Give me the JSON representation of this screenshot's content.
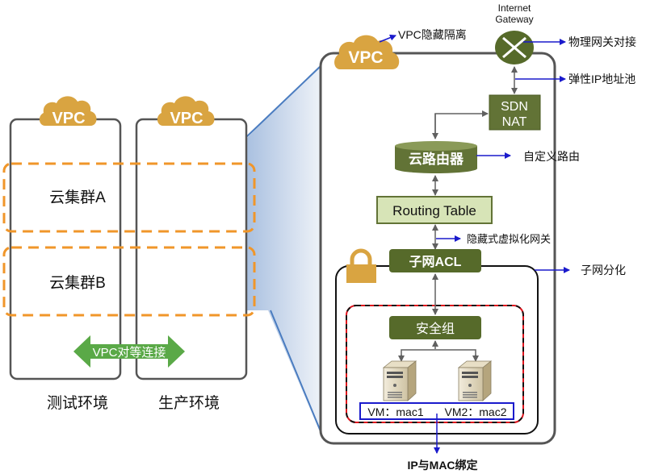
{
  "colors": {
    "cloud": "#d9a441",
    "dark_green": "#5b6b2c",
    "light_green": "#d7e4b7",
    "green_border": "#627336",
    "orange_dash": "#f0962a",
    "arrow_blue": "#1a1acc",
    "peering_green": "#5aa947",
    "projection_blue": "#4a7cc0",
    "security_red": "#e0141c"
  },
  "left": {
    "vpc_badge_1": "VPC",
    "vpc_badge_2": "VPC",
    "cluster_a": "云集群A",
    "cluster_b": "云集群B",
    "peering_label": "VPC对等连接",
    "env_test": "测试环境",
    "env_prod": "生产环境"
  },
  "right": {
    "vpc_badge": "VPC",
    "vpc_isolation_note": "VPC隐藏隔离",
    "gateway_title_line1": "Internet",
    "gateway_title_line2": "Gateway",
    "physical_gateway_note": "物理网关对接",
    "elastic_ip_note": "弹性IP地址池",
    "sdn_line1": "SDN",
    "sdn_line2": "NAT",
    "cloud_router": "云路由器",
    "custom_route_note": "自定义路由",
    "routing_table": "Routing Table",
    "hidden_gateway_note": "隐藏式虚拟化网关",
    "subnet_acl": "子网ACL",
    "subnet_note": "子网分化",
    "security_group": "安全组",
    "vm1_label": "VM：mac1",
    "vm2_label": "VM2：mac2",
    "ip_mac_note": "IP与MAC绑定"
  }
}
